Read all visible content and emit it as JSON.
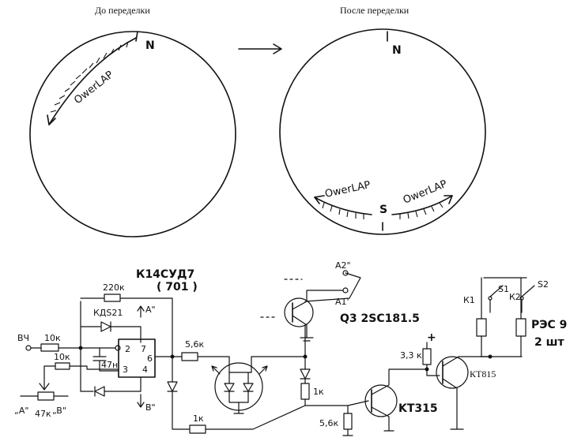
{
  "top": {
    "caption_before": "До переделки",
    "caption_after": "После переделки",
    "left_dial": {
      "pole": "N",
      "zone_label": "OwerLAP"
    },
    "right_dial": {
      "pole_top": "N",
      "pole_bottom": "S",
      "zone_left": "OwerLAP",
      "zone_right": "OwerLAP"
    }
  },
  "schematic": {
    "chip": "К14СУД7",
    "chip_alt": "( 701 )",
    "r_feedback": "220к",
    "diode_fb": "КДS21",
    "pins": {
      "p2": "2",
      "p7": "7",
      "p3": "3",
      "p4": "4",
      "p6": "6"
    },
    "cap": "47н",
    "input_label": "ВЧ",
    "r_in1": "10к",
    "r_in2": "10к",
    "pot": "47к",
    "pot_a": "„A\"",
    "pot_b": "„B\"",
    "node_a": "A\"",
    "node_b": "В\"",
    "r_out": "5,6к",
    "r_bottom": "1к",
    "r_mid": "1к",
    "transistor_pt": "Q3 2SC181.5",
    "term_a2": "A2\"",
    "term_a1": "A1'",
    "r_base": "3,3 к",
    "r_emit": "5,6к",
    "q_kt315": "KT315",
    "q_kt815": "КТ815",
    "relay": "РЭС 9",
    "relay_qty": "2 шт",
    "k1": "К1",
    "k2": "К2",
    "s1": "S1",
    "s2": "S2",
    "plus": "+"
  }
}
